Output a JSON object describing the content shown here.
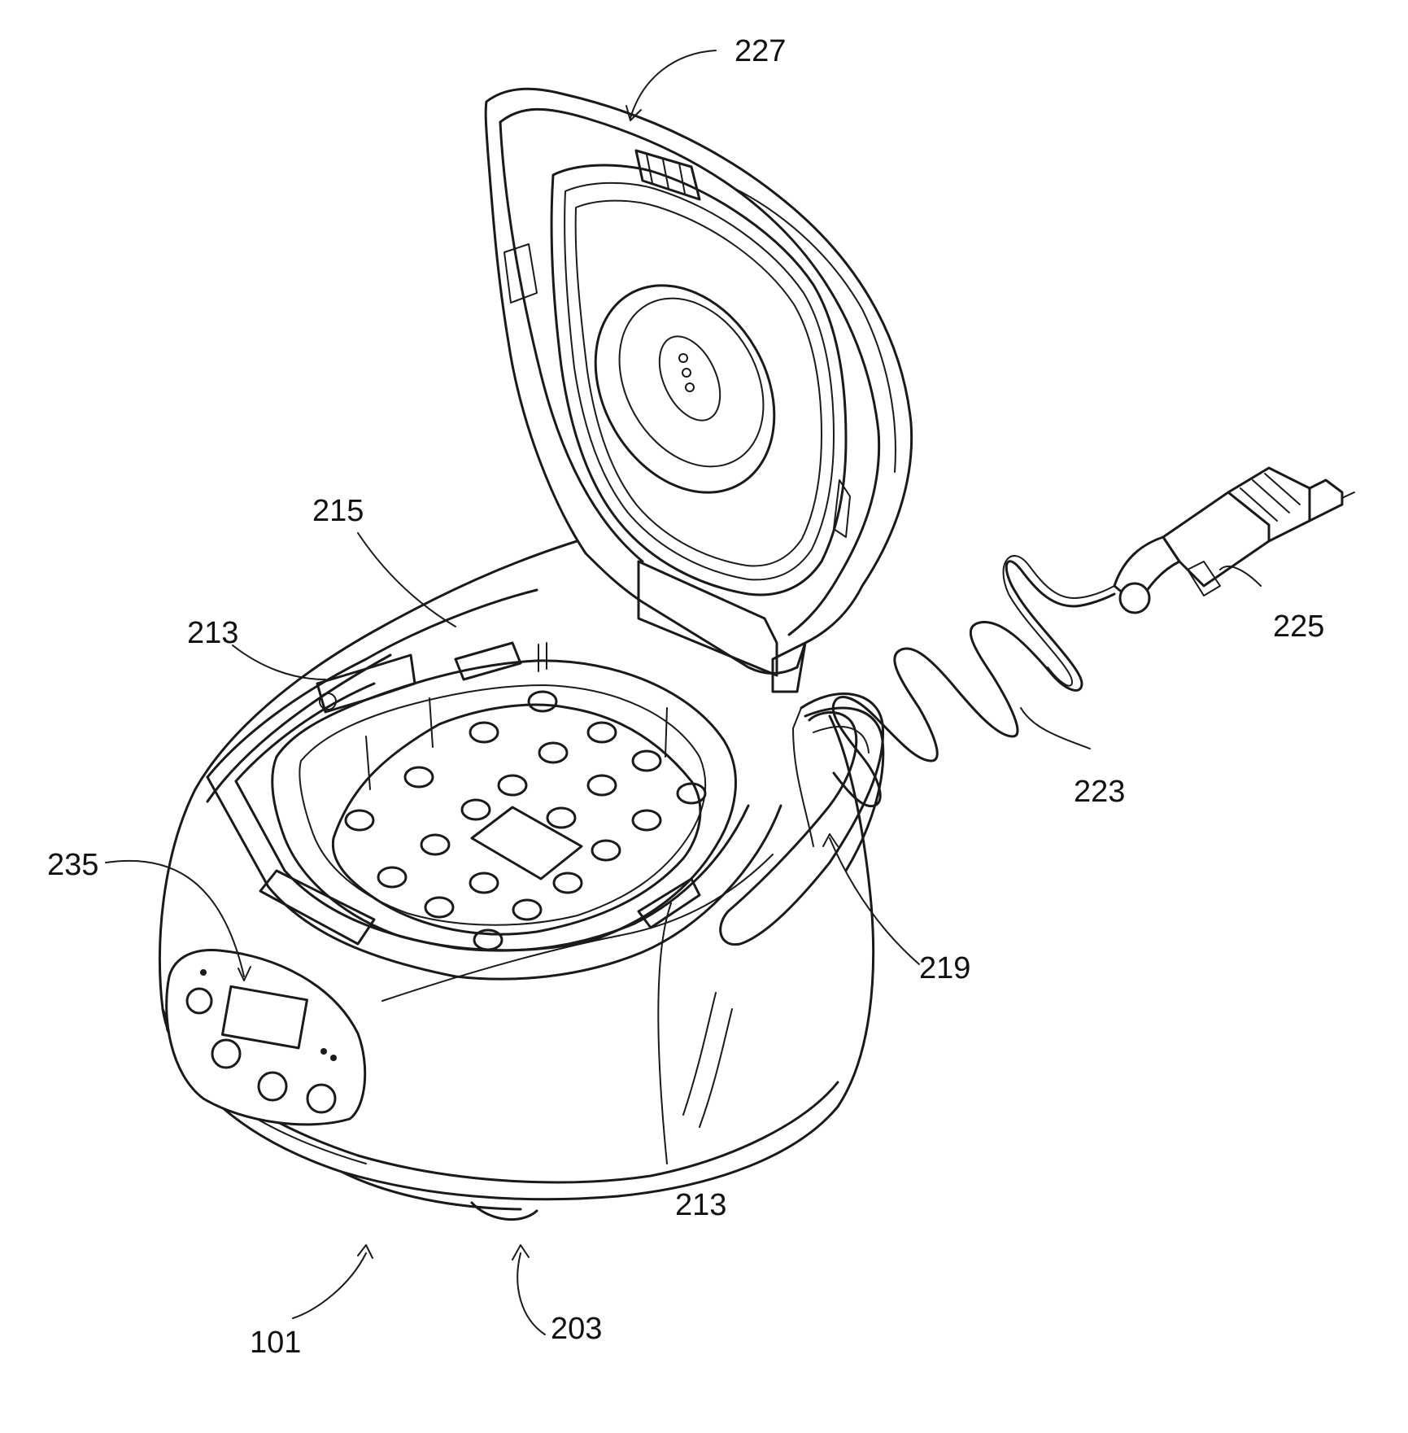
{
  "labels": [
    {
      "id": "227",
      "text": "227"
    },
    {
      "id": "215",
      "text": "215"
    },
    {
      "id": "213a",
      "text": "213"
    },
    {
      "id": "225",
      "text": "225"
    },
    {
      "id": "223",
      "text": "223"
    },
    {
      "id": "235",
      "text": "235"
    },
    {
      "id": "219",
      "text": "219"
    },
    {
      "id": "213b",
      "text": "213"
    },
    {
      "id": "101",
      "text": "101"
    },
    {
      "id": "203",
      "text": "203"
    }
  ]
}
